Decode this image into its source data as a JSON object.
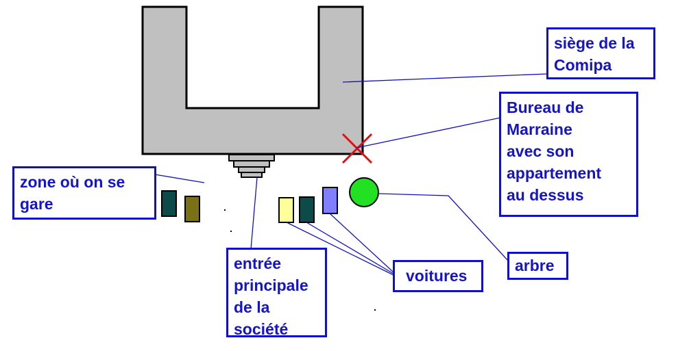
{
  "labels": {
    "siege": [
      "siège de la",
      "Comipa"
    ],
    "bureau": [
      "Bureau de",
      "Marraine",
      "avec son",
      "appartement",
      "au dessus"
    ],
    "zone": [
      "zone où on se",
      "gare"
    ],
    "entree": [
      "entrée",
      "principale",
      "de la",
      "société"
    ],
    "voitures": "voitures",
    "arbre": "arbre"
  },
  "colors": {
    "building_fill": "#c0c0c0",
    "outline": "#000000",
    "label_text": "#1414c8",
    "label_border": "#1010c8",
    "connector": "#1010c8",
    "marker_x": "#e01010",
    "tree": "#22e022",
    "car_dark_teal": "#0d4a4a",
    "car_olive": "#7a7016",
    "car_pale_yellow": "#ffff99",
    "car_blue": "#8080ff"
  },
  "icons": [
    "office-marker-x",
    "tree-circle",
    "car-rectangle"
  ]
}
